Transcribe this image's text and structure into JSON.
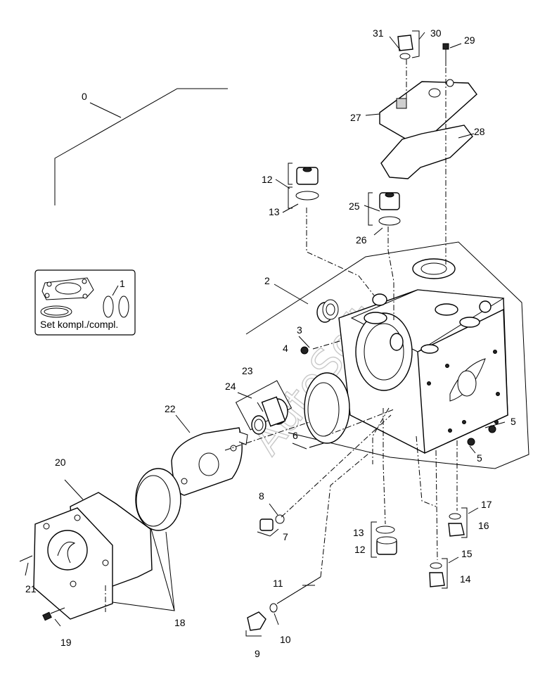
{
  "watermark": "AutoSoft",
  "kit_box_text": "Set kompl./compl.",
  "labels": {
    "p0": "0",
    "p1": "1",
    "p2": "2",
    "p3": "3",
    "p4": "4",
    "p5a": "5",
    "p5b": "5",
    "p6": "6",
    "p7": "7",
    "p8": "8",
    "p9": "9",
    "p10": "10",
    "p11": "11",
    "p12a": "12",
    "p12b": "12",
    "p13a": "13",
    "p13b": "13",
    "p14": "14",
    "p15": "15",
    "p16": "16",
    "p17": "17",
    "p18": "18",
    "p19": "19",
    "p20": "20",
    "p21": "21",
    "p22": "22",
    "p23": "23",
    "p24": "24",
    "p25": "25",
    "p26": "26",
    "p27": "27",
    "p28": "28",
    "p29": "29",
    "p30": "30",
    "p31": "31"
  }
}
